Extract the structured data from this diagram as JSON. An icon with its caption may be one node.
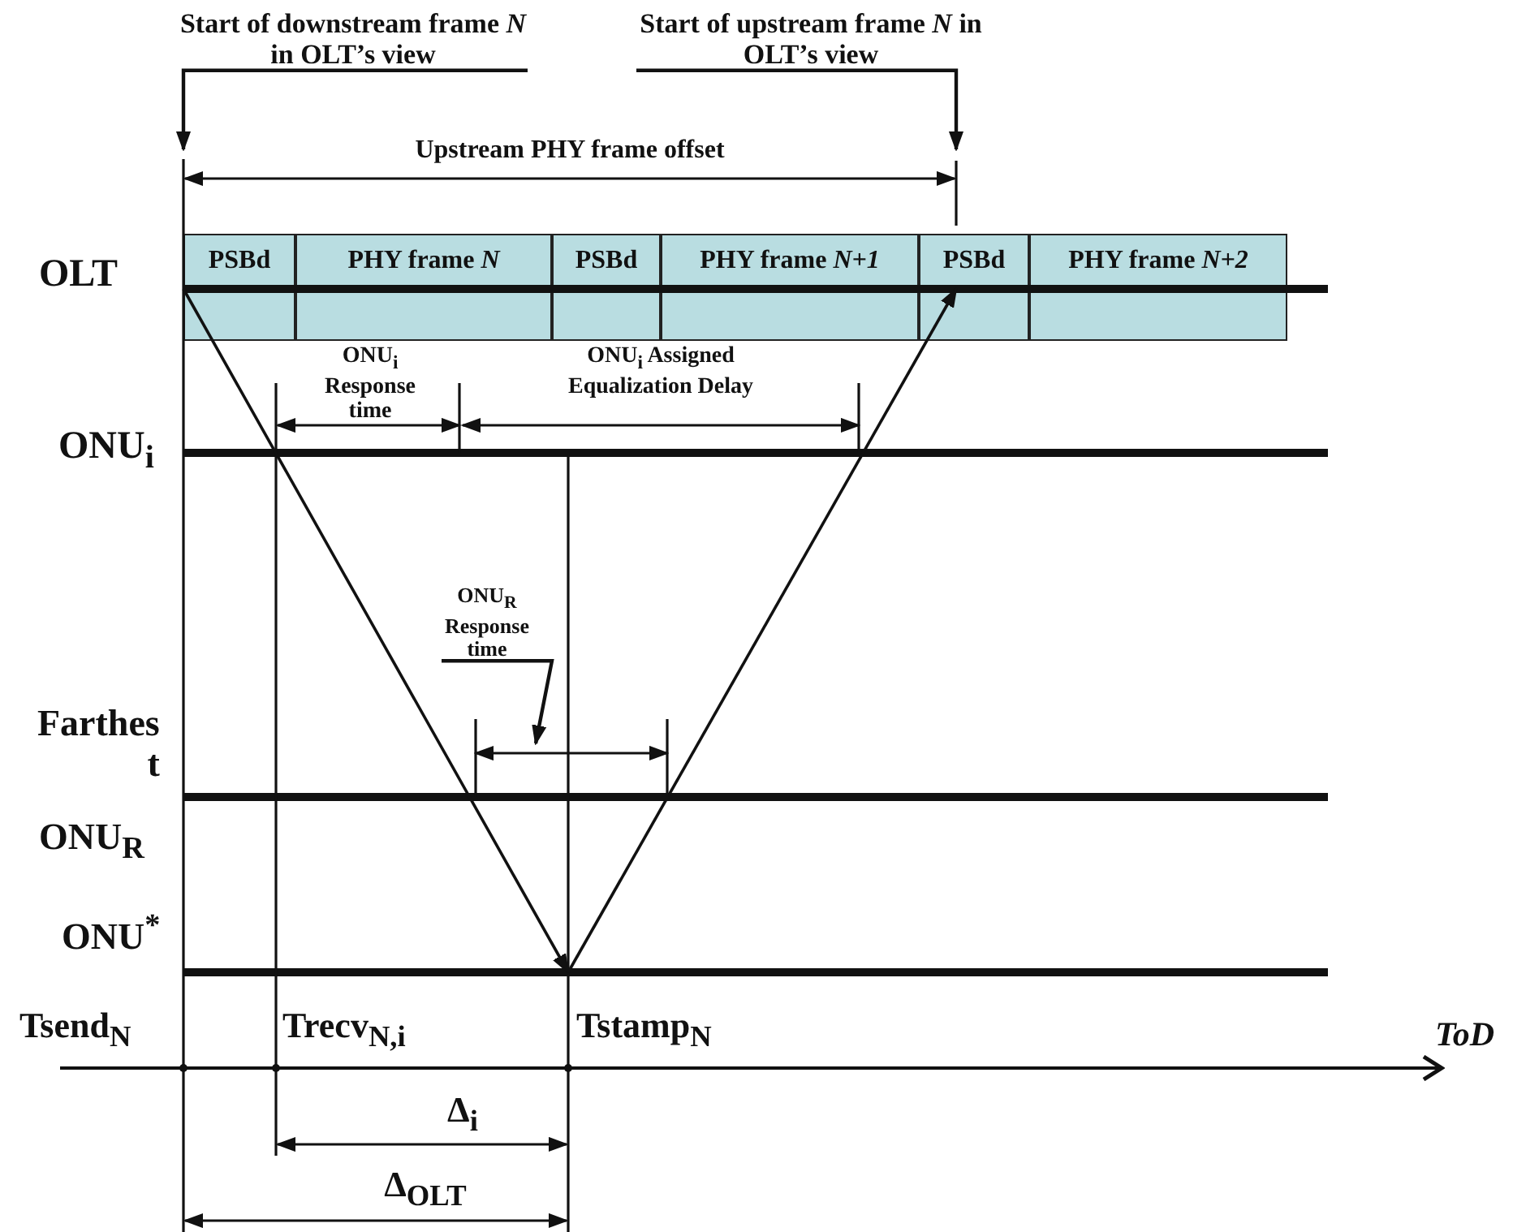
{
  "diagram": {
    "nodes": [
      {
        "text": [
          "Start of downstream frame *N* in OLT’s view"
        ]
      },
      {
        "text": [
          "Start of upstream frame *N* in OLT’s view"
        ]
      },
      {
        "text": [
          "PSBd"
        ]
      },
      {
        "text": [
          "PHY frame *N*"
        ]
      },
      {
        "text": [
          "PSBd"
        ]
      },
      {
        "text": [
          "PHY frame *N+1*"
        ]
      },
      {
        "text": [
          "PSBd"
        ]
      },
      {
        "text": [
          "PHY frame *N+2*"
        ]
      },
      {
        "text": [
          "ONU$_{R}$ Response time"
        ]
      }
    ],
    "edges": [
      {
        "from": 0,
        "to": null,
        "arrow": "to"
      },
      {
        "from": 1,
        "to": null,
        "arrow": "to"
      },
      {
        "from": 8,
        "to": null,
        "arrow": "to"
      }
    ],
    "labels": [
      "Upstream PHY frame offset",
      "OLT",
      "ONU$_{i}$ Response time",
      "ONU$_{i}$ Assigned Equalization Delay",
      "ONU$_{i}$",
      "Farthes t",
      "ONU$_{R}$",
      "ONU$^{*}$",
      "Tsend$_{N}$",
      "Trecv$_{N,i}$",
      "Tstamp$_{N}$",
      "ToD",
      "Δ$_{i}$",
      "Δ$_{OLT}$"
    ]
  }
}
